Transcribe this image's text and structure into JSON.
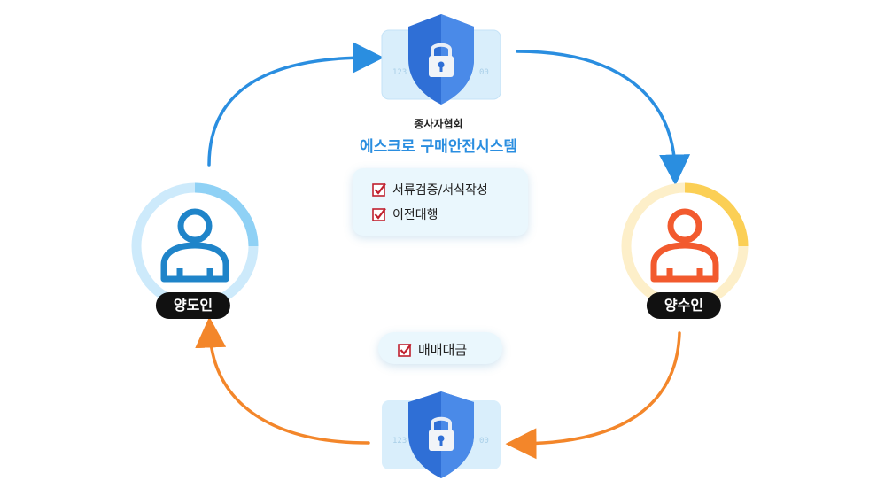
{
  "org": {
    "subtitle": "종사자협회",
    "title": "에스크로 구매안전시스템"
  },
  "services": {
    "items": [
      "서류검증/서식작성",
      "이전대행"
    ]
  },
  "payment": {
    "label": "매매대금"
  },
  "seller": {
    "label": "양도인"
  },
  "buyer": {
    "label": "양수인"
  },
  "card_digits": {
    "left": "123",
    "right": "00"
  },
  "colors": {
    "blue_arrow": "#2a8ee0",
    "orange_arrow": "#f3862a",
    "seller_icon": "#1f84c9",
    "seller_ring": "#bfe6fb",
    "buyer_icon": "#f25a2e",
    "buyer_ring": "#fdecc2",
    "check_red": "#c0212f"
  }
}
